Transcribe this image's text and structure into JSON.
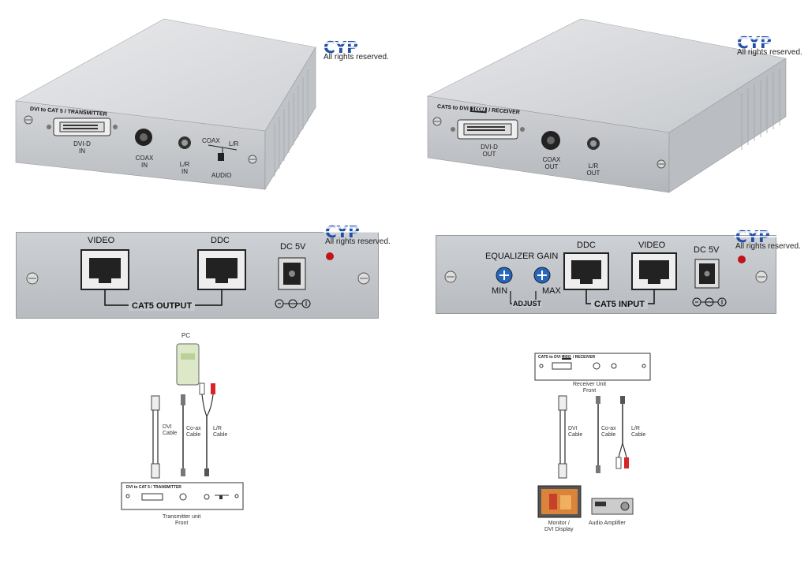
{
  "brand": {
    "logo_text": "CYP",
    "rights": "All rights reserved."
  },
  "transmitter_front": {
    "title": "DVI to CAT 5 / TRANSMITTER",
    "dvi_label": "DVI-D",
    "dvi_sub": "IN",
    "coax_label": "COAX",
    "coax_sub": "IN",
    "lr_label": "L/R",
    "lr_sub": "IN",
    "switch_left": "COAX",
    "switch_right": "L/R",
    "switch_label": "AUDIO"
  },
  "receiver_front": {
    "title_a": "CAT5 to DVI",
    "title_badge": "100M",
    "title_b": "/ RECEIVER",
    "dvi_label": "DVI-D",
    "dvi_sub": "OUT",
    "coax_label": "COAX",
    "coax_sub": "OUT",
    "lr_label": "L/R",
    "lr_sub": "OUT"
  },
  "transmitter_rear": {
    "video": "VIDEO",
    "ddc": "DDC",
    "output": "CAT5 OUTPUT",
    "power": "DC 5V"
  },
  "receiver_rear": {
    "equalizer": "EQUALIZER GAIN",
    "min": "MIN",
    "max": "MAX",
    "adjust": "ADJUST",
    "ddc": "DDC",
    "video": "VIDEO",
    "input": "CAT5 INPUT",
    "power": "DC 5V"
  },
  "tx_diagram": {
    "pc": "PC",
    "dvi_cable_1": "DVI",
    "dvi_cable_2": "Cable",
    "coax_cable_1": "Co-ax",
    "coax_cable_2": "Cable",
    "lr_cable_1": "L/R",
    "lr_cable_2": "Cable",
    "unit_1": "Transmitter unit",
    "unit_2": "Front"
  },
  "rx_diagram": {
    "unit_1": "Receiver Unit",
    "unit_2": "Front",
    "dvi_cable_1": "DVI",
    "dvi_cable_2": "Cable",
    "coax_cable_1": "Co-ax",
    "coax_cable_2": "Cable",
    "lr_cable_1": "L/R",
    "lr_cable_2": "Cable",
    "monitor_1": "Monitor /",
    "monitor_2": "DVI Display",
    "amplifier": "Audio Amplifier"
  },
  "colors": {
    "logo_blue": "#1f4fa8",
    "logo_red": "#d8232a",
    "panel": "#c8cbd0",
    "led": "#c0141a",
    "knob": "#2766b8"
  }
}
